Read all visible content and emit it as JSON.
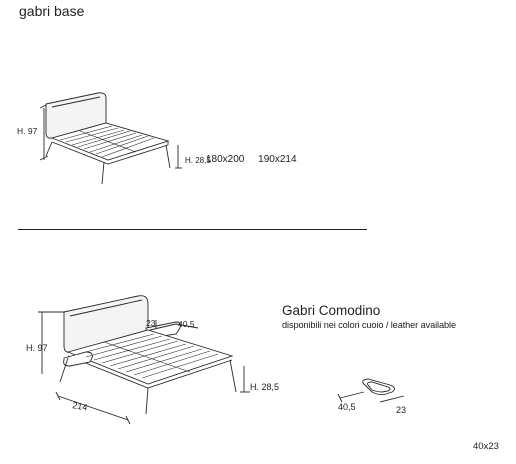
{
  "header": {
    "title": "gabri base"
  },
  "bed_small": {
    "height_label": "H. 97",
    "leg_height_label": "H. 28,5",
    "sizes": [
      "180x200",
      "190x214"
    ]
  },
  "bed_large": {
    "height_label": "H. 97",
    "leg_height_label": "H. 28,5",
    "width_label": "214",
    "comodino_depth_label": "23",
    "comodino_width_label": "40,5"
  },
  "comodino": {
    "title": "Gabri Comodino",
    "subtitle": "disponibili nei colori cuoio / leather available",
    "width_label": "40,5",
    "depth_label": "23",
    "size": "40x23"
  }
}
